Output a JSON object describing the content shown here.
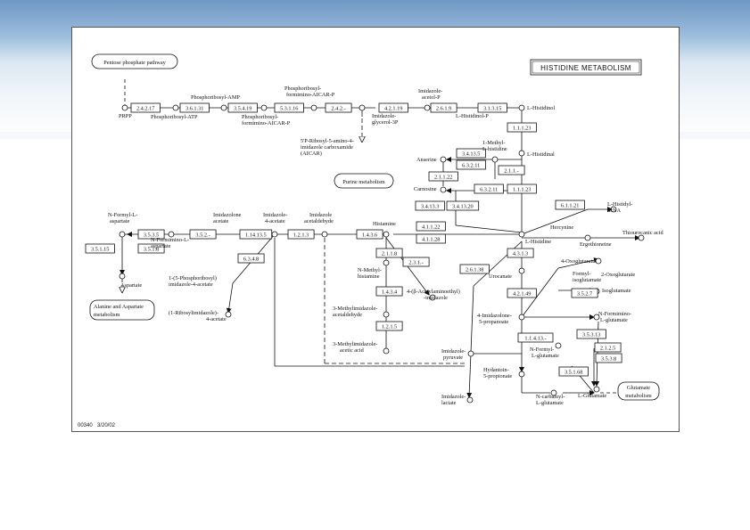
{
  "title": "HISTIDINE METABOLISM",
  "footer": {
    "map_id": "00340",
    "date": "3/20/02"
  },
  "maps": [
    {
      "id": "map-pentose",
      "label": "Pentose phosphate pathway"
    },
    {
      "id": "map-purine",
      "label": "Purine metabolism"
    },
    {
      "id": "map-alanine1",
      "label": "Alanine and Aspartate"
    },
    {
      "id": "map-alanine2",
      "label": "metabolism"
    },
    {
      "id": "map-glutamate1",
      "label": "Glutamate"
    },
    {
      "id": "map-glutamate2",
      "label": "metabolism"
    }
  ],
  "enzymes": [
    "2.4.2.17",
    "3.6.1.31",
    "3.5.4.19",
    "5.3.1.16",
    "2.4.2.-",
    "4.2.1.19",
    "2.6.1.9",
    "3.1.3.15",
    "1.1.1.23",
    "1.1.1.23",
    "3.4.13.5",
    "6.3.2.11",
    "2.1.1.-",
    "2.1.1.22",
    "6.3.2.11",
    "3.4.13.3",
    "3.4.13.20",
    "6.1.1.21",
    "4.1.1.22",
    "4.1.1.28",
    "1.4.3.6",
    "1.2.1.3",
    "3.5.2.-",
    "1.14.13.5",
    "3.5.3.5",
    "3.5.1.8",
    "3.5.1.15",
    "6.3.4.8",
    "2.1.1.8",
    "1.4.3.4",
    "1.2.1.5",
    "2.3.1.-",
    "2.6.1.38",
    "4.3.1.3",
    "4.2.1.49",
    "3.5.2.7",
    "1.1.4.13.-",
    "3.5.3.13",
    "3.5.3.8",
    "3.5.1.68",
    "2.1.2.5"
  ],
  "compounds": [
    "PRPP",
    "Phosphoribosyl-ATP",
    "Phosphoribosyl-AMP",
    "Phosphoribosyl-",
    "formimino-AICAR-P",
    "Phosphoribosyl-",
    "formimino-AICAR-P",
    "Imidazole-",
    "acetol-P",
    "L-Histidinol-P",
    "L-Histidinol",
    "Imidazole-",
    "glycerol-3P",
    "5'P-Ribosyl-5-amino-4-",
    "imidazole carboxamide",
    "(AICAR)",
    "1-Methyl-",
    "L-histidine",
    "Anserine",
    "Carnosine",
    "L-Histidinal",
    "L-Histidyl-",
    "tRNA",
    "Histamine",
    "Imidazole",
    "acetaldehyde",
    "Imidazole-",
    "4-acetate",
    "Imidazolone",
    "acetate",
    "N-Formyl-L-",
    "aspartate",
    "N-Formimino-L-",
    "aspartate",
    "Aspartate",
    "Hercynine",
    "Ergothioneine",
    "Thiourocanic acid",
    "L-Histidine",
    "1-(5-Phosphoribosyl)",
    "imidazole-4-acetate",
    "(1-Ribosylimidazole)-",
    "4-acetate",
    "N-Methyl-",
    "histamine",
    "3-Methylimidazole-",
    "acetaldehyde",
    "3-Methylimidazole-",
    "acetic acid",
    "4-(β-Acetylaminoethyl)",
    "-imidazole",
    "Urocanate",
    "4-Oxoglutarate",
    "2-Oxoglutarate",
    "Formyl-",
    "isoglutamate",
    "Isoglutamate",
    "4-Imidazolone-",
    "5-propanoate",
    "N-Formimino-",
    "L-glutamate",
    "N-Formyl-",
    "L-glutamate",
    "Imidazole-",
    "pyruvate",
    "Hydantoin-",
    "5-propionate",
    "N-carbamyl-",
    "L-glutamate",
    "L-Glutamate",
    "Imidazole-",
    "lactate"
  ]
}
